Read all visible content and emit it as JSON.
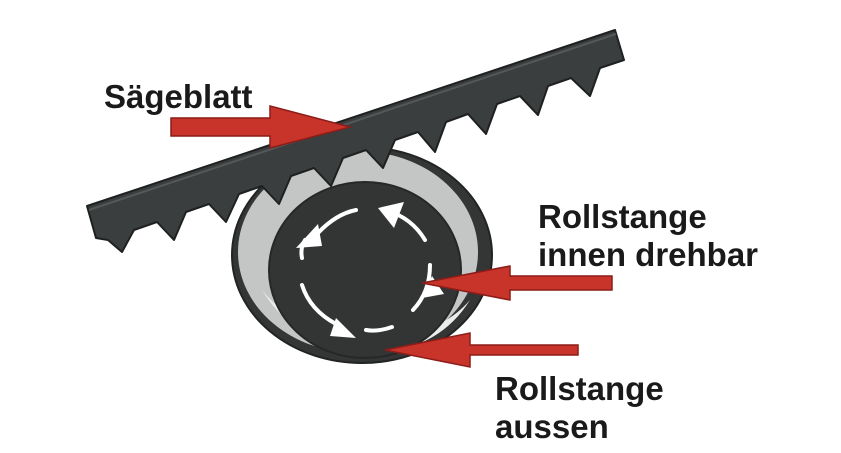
{
  "labels": {
    "saw_blade": "Sägeblatt",
    "inner_rod": [
      "Rollstange",
      "innen drehbar"
    ],
    "outer_rod": [
      "Rollstange",
      "aussen"
    ]
  },
  "colors": {
    "background": "#ffffff",
    "blade": "#3a3d3d",
    "blade_edge": "#1f2121",
    "outer_ring": "#333535",
    "inner_ring_light": "#c6c8c8",
    "inner_ring_highlight": "#eeeeee",
    "core": "#323434",
    "arrow_red": "#c8332a",
    "rotation_arrows": "#ffffff",
    "text": "#1a1a1a"
  },
  "icons": {
    "rotation": "circular-rotation-arrows-icon",
    "pointer": "red-pointer-arrow-icon"
  }
}
